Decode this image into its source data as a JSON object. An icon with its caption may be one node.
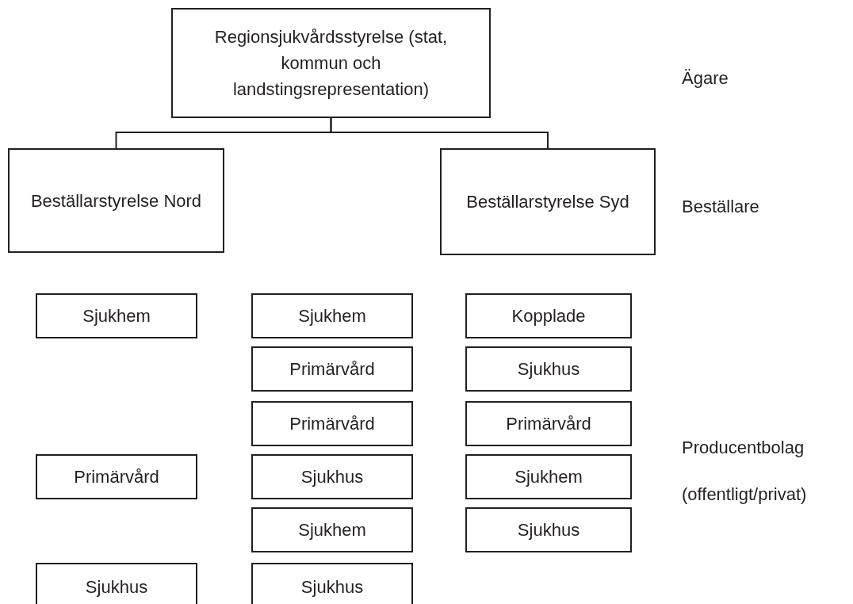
{
  "diagram": {
    "nodes": [
      {
        "text": [
          "Regionsjukvårdsstyrelse (stat, kommun och landstingsrepresentation)"
        ]
      },
      {
        "text": [
          "Beställarstyrelse Nord"
        ]
      },
      {
        "text": [
          "Beställarstyrelse Syd"
        ]
      },
      {
        "text": [
          "Sjukhem"
        ]
      },
      {
        "text": [
          "Sjukhem"
        ]
      },
      {
        "text": [
          "Kopplade"
        ]
      },
      {
        "text": [
          "Primärvård"
        ]
      },
      {
        "text": [
          "Sjukhus"
        ]
      },
      {
        "text": [
          "Primärvård"
        ]
      },
      {
        "text": [
          "Primärvård"
        ]
      },
      {
        "text": [
          "Primärvård"
        ]
      },
      {
        "text": [
          "Sjukhus"
        ]
      },
      {
        "text": [
          "Sjukhem"
        ]
      },
      {
        "text": [
          "Sjukhem"
        ]
      },
      {
        "text": [
          "Sjukhus"
        ]
      },
      {
        "text": [
          "Sjukhus"
        ]
      },
      {
        "text": [
          "Sjukhus"
        ]
      }
    ],
    "edges": [
      {
        "from": 0,
        "to": 1,
        "arrow": "none"
      },
      {
        "from": 0,
        "to": 2,
        "arrow": "none"
      }
    ],
    "labels": [
      "Ägare",
      "Beställare",
      "Producentbolag",
      "(offentligt/privat)"
    ]
  }
}
